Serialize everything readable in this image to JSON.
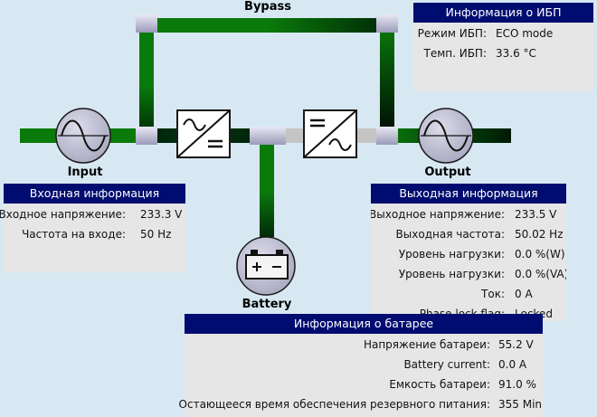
{
  "diagram": {
    "bypass_label": "Bypass",
    "input_label": "Input",
    "output_label": "Output",
    "battery_label": "Battery",
    "colors": {
      "flow_active": "#0a7a0a",
      "flow_dark": "#00200a",
      "flow_idle": "#c4c4c4",
      "panel_header": "#000c70"
    }
  },
  "ups_info": {
    "title": "Информация о ИБП",
    "rows": [
      {
        "label": "Режим ИБП:",
        "value": "ECO mode"
      },
      {
        "label": "Темп. ИБП:",
        "value": "33.6  °C"
      }
    ]
  },
  "input_info": {
    "title": "Входная информация",
    "rows": [
      {
        "label": "Входное напряжение:",
        "value": "233.3 V"
      },
      {
        "label": "Частота на входе:",
        "value": "50 Hz"
      }
    ]
  },
  "output_info": {
    "title": "Выходная информация",
    "rows": [
      {
        "label": "Выходное напряжение:",
        "value": "233.5 V"
      },
      {
        "label": "Выходная частота:",
        "value": "50.02 Hz"
      },
      {
        "label": "Уровень нагрузки:",
        "value": "0.0 %(W)"
      },
      {
        "label": "Уровень нагрузки:",
        "value": "0.0 %(VA)"
      },
      {
        "label": "Ток:",
        "value": "0 A"
      },
      {
        "label": "Phase lock flag:",
        "value": "Locked"
      }
    ]
  },
  "battery_info": {
    "title": "Информация о батарее",
    "rows": [
      {
        "label": "Напряжение батареи:",
        "value": "55.2 V"
      },
      {
        "label": "Battery current:",
        "value": "0.0 A"
      },
      {
        "label": "Емкость батареи:",
        "value": "91.0 %"
      },
      {
        "label": "Остающееся время обеспечения резервного питания:",
        "value": "355 Min"
      }
    ]
  }
}
